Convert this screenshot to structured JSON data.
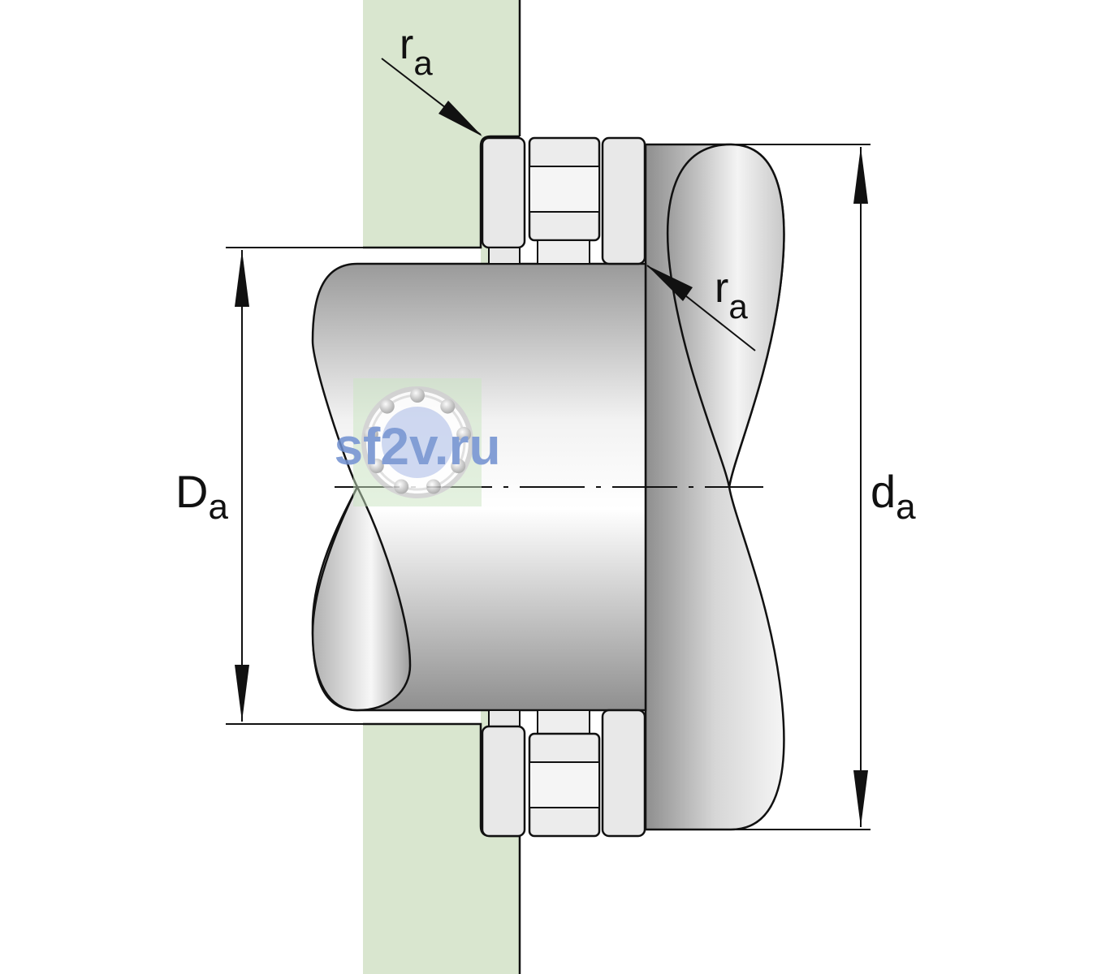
{
  "labels": {
    "ra_top": "r",
    "ra_top_sub": "a",
    "ra_right": "r",
    "ra_right_sub": "a",
    "Da": "D",
    "Da_sub": "a",
    "da": "d",
    "da_sub": "a"
  },
  "watermark": {
    "text": "sf2v.ru",
    "icon": "ball-bearing-icon"
  },
  "colors": {
    "housing": "#d9e6cf",
    "line": "#111111",
    "ring": "#e8e8e8",
    "watermark_text": "#6f8fd0"
  }
}
